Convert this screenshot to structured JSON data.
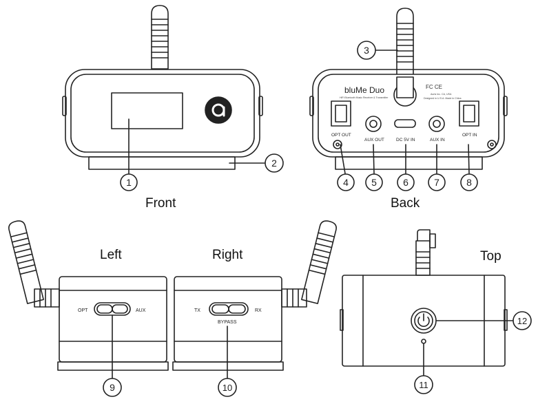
{
  "views": {
    "front": "Front",
    "back": "Back",
    "left": "Left",
    "right": "Right",
    "top": "Top"
  },
  "back_panel": {
    "brand": "bluMe Duo",
    "subtitle": "HiFi Bluetooth Music Receiver & Transmitter",
    "cert": "FC CE",
    "fine_print_1": "Auris Inc. CA, USA",
    "fine_print_2": "Designed in U.S.A. Made in China",
    "ports": [
      "OPT OUT",
      "AUX OUT",
      "DC 5V IN",
      "AUX IN",
      "OPT IN"
    ]
  },
  "switches": {
    "left_a": "OPT",
    "left_b": "AUX",
    "right_a": "TX",
    "right_b": "RX",
    "right_caption": "BYPASS"
  },
  "callouts": [
    "1",
    "2",
    "3",
    "4",
    "5",
    "6",
    "7",
    "8",
    "9",
    "10",
    "11",
    "12"
  ],
  "colors": {
    "line": "#222222",
    "fill": "#ffffff"
  }
}
